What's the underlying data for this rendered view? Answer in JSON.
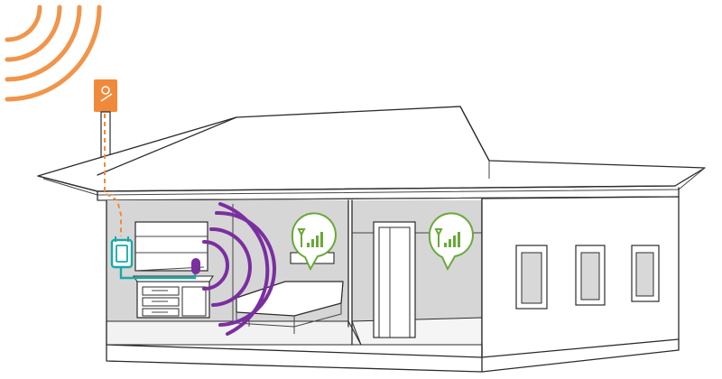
{
  "colors": {
    "outside_signal": "#f0954a",
    "external_antenna": "#f08a3a",
    "booster": "#1aa8a8",
    "inside_signal": "#7a2fa0",
    "indoor_bars": "#6aa83a",
    "interior_wall": "#d6d6d6",
    "outline": "#2b2b2b"
  },
  "icons": {
    "outside_signal": "signal-arcs-icon",
    "external_antenna": "antenna-icon",
    "booster": "signal-booster-icon",
    "indoor_antenna": "indoor-antenna-icon",
    "inside_signal": "broadcast-arcs-icon",
    "coverage_badge": "cell-signal-bars-icon"
  },
  "coverage_badges": [
    {
      "room": "bedroom",
      "bars": 4
    },
    {
      "room": "hallway",
      "bars": 4
    }
  ],
  "exterior_windows": 3
}
